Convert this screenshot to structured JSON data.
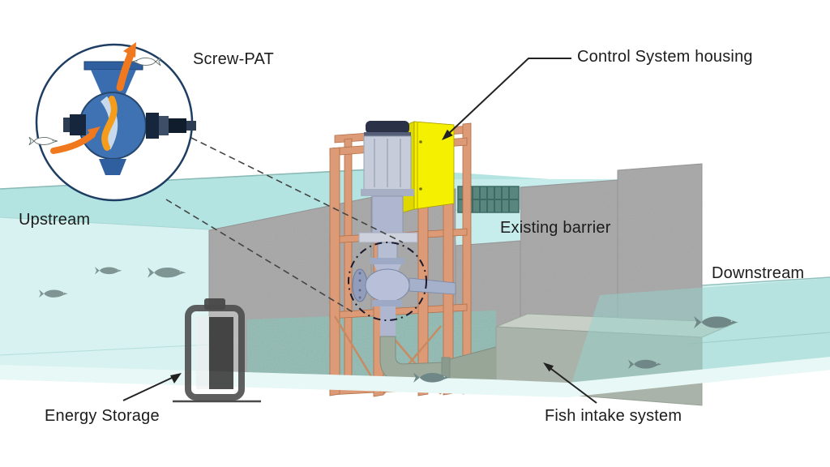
{
  "figure": {
    "type": "technical-3d-diagram",
    "subject": "Screw-PAT fish-friendly turbine installation at an existing river barrier"
  },
  "labels": {
    "screw_pat": "Screw-PAT",
    "control_system": "Control System housing",
    "upstream": "Upstream",
    "existing_barrier": "Existing barrier",
    "downstream": "Downstream",
    "energy_storage": "Energy Storage",
    "fish_intake": "Fish intake system"
  },
  "icons": [
    "screw-pat-inset-icon",
    "pump-cross-section-icon",
    "fish-icon",
    "battery-icon",
    "control-box-icon",
    "arrow-icon"
  ],
  "colors": {
    "water_light": "#d7f2f0",
    "water_surface": "#b3e4e1",
    "water_back": "#c6edeb",
    "water_teal": "#8fc3ba",
    "water_floor": "#e7f8f6",
    "concrete": "#ababab",
    "frame": "#dd9a76",
    "control_box": "#f5ef00",
    "control_box_side": "#ded700",
    "battery": "#4a4a4a",
    "fish": "#7e9594",
    "pump": "#b7c0d8",
    "motor": "#c6ccda",
    "pipe": "#9dab9d",
    "intake_top": "#c7cfc6",
    "intake_front": "#aab3a9",
    "arrow_orange": "#f0781e",
    "inset_ring": "#1e3d63",
    "leader": "#222222",
    "label_text": "#1c1c1c"
  }
}
